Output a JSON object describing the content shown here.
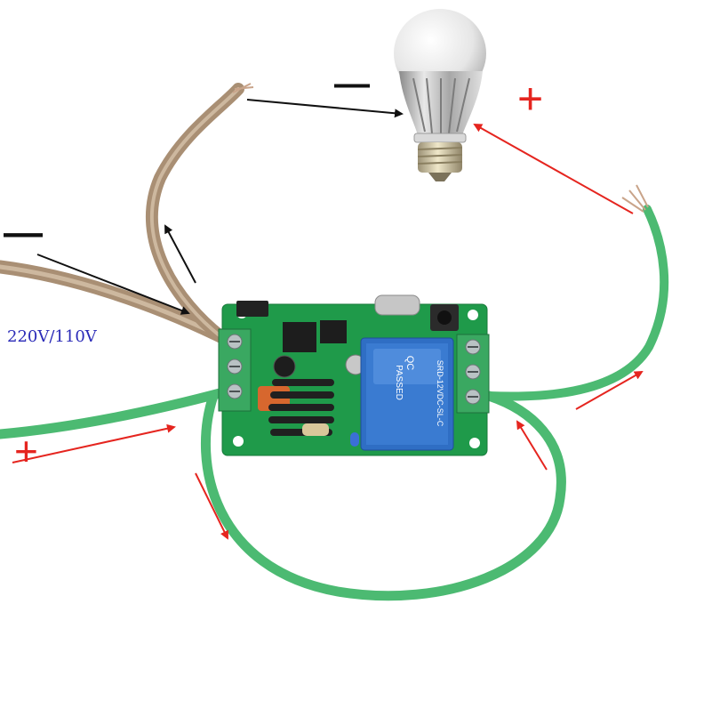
{
  "labels": {
    "voltage": "220V/110V",
    "negative_left": "—",
    "negative_top": "—",
    "positive_top": "+",
    "positive_left": "+"
  },
  "components": {
    "relay_marking_1": "QC",
    "relay_marking_2": "PASSED",
    "relay_model": "SRD-12VDC-SL-C"
  },
  "colors": {
    "live_wire": "#4cba72",
    "neutral_wire": "#b89d80",
    "arrow_red": "#e5251f",
    "arrow_black": "#111111",
    "pcb": "#1f9a4a",
    "relay_blue": "#2f6ec4"
  }
}
